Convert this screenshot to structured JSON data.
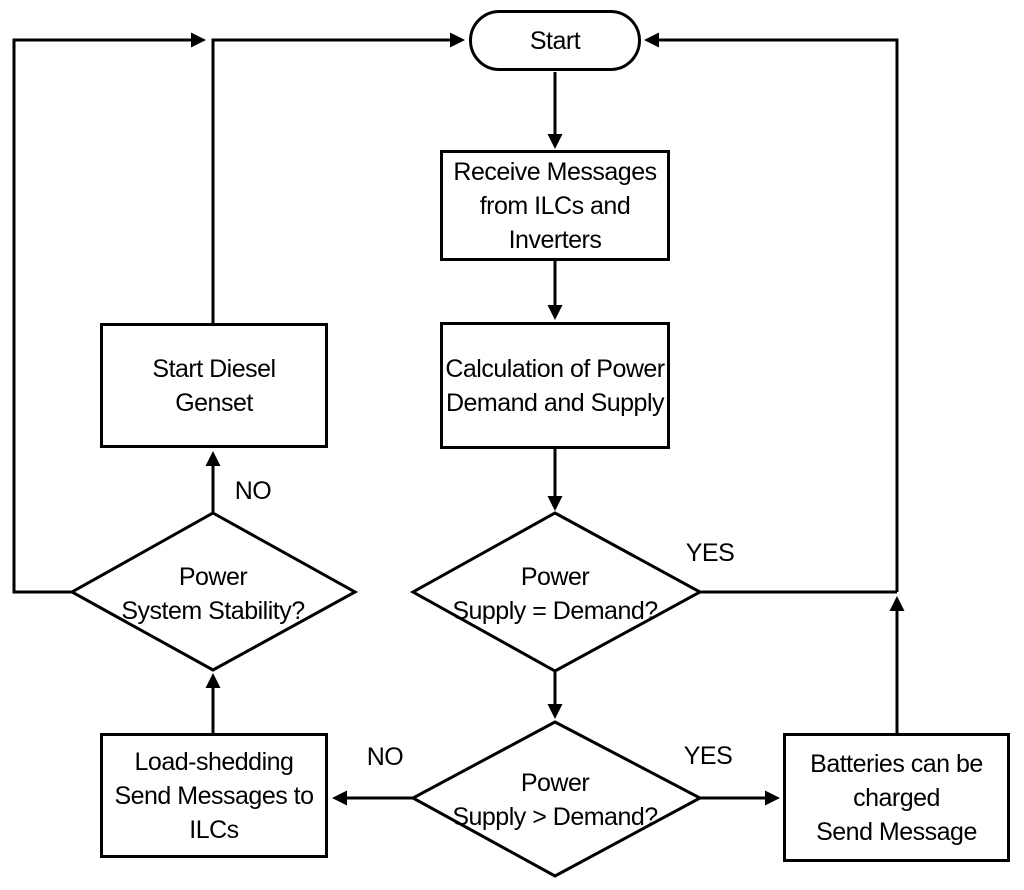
{
  "diagram": {
    "type": "flowchart",
    "colors": {
      "stroke": "#000000",
      "background": "#ffffff",
      "text": "#000000"
    },
    "nodes": {
      "start": {
        "type": "terminator",
        "label": "Start"
      },
      "receive_messages": {
        "type": "process",
        "label": "Receive Messages\nfrom ILCs and\nInverters"
      },
      "calculation": {
        "type": "process",
        "label": "Calculation of Power\nDemand and Supply"
      },
      "supply_equals_demand": {
        "type": "decision",
        "label": "Power\nSupply = Demand?"
      },
      "supply_greater_demand": {
        "type": "decision",
        "label": "Power\nSupply > Demand?"
      },
      "batteries_charged": {
        "type": "process",
        "label": "Batteries can be\ncharged\nSend Message"
      },
      "load_shedding": {
        "type": "process",
        "label": "Load-shedding\nSend Messages to\nILCs"
      },
      "system_stability": {
        "type": "decision",
        "label": "Power\nSystem Stability?"
      },
      "diesel_genset": {
        "type": "process",
        "label": "Start Diesel\nGenset"
      }
    },
    "edge_labels": {
      "supply_equals_yes": "YES",
      "supply_greater_yes": "YES",
      "supply_greater_no": "NO",
      "stability_no": "NO"
    }
  }
}
